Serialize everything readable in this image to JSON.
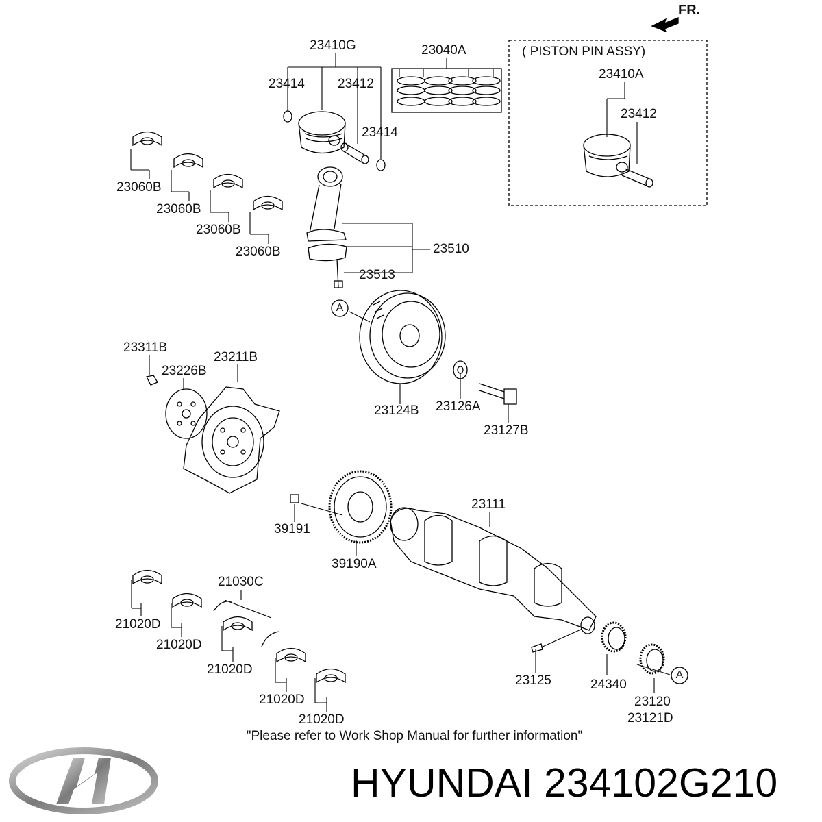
{
  "page": {
    "direction_label": "FR.",
    "assembly_box_title": "( PISTON  PIN ASSY)",
    "note": "\"Please refer to Work Shop Manual for further information\"",
    "brand": "HYUNDAI",
    "part_number": "234102G210",
    "logo_icon": "hyundai-logo-icon"
  },
  "callouts": {
    "c23410G": "23410G",
    "c23040A": "23040A",
    "c23414a": "23414",
    "c23412a": "23412",
    "c23414b": "23414",
    "c23410A": "23410A",
    "c23412b": "23412",
    "c23060B_1": "23060B",
    "c23060B_2": "23060B",
    "c23060B_3": "23060B",
    "c23060B_4": "23060B",
    "c23510": "23510",
    "c23513": "23513",
    "c23311B": "23311B",
    "c23211B": "23211B",
    "c23226B": "23226B",
    "c23124B": "23124B",
    "c23126A": "23126A",
    "c23127B": "23127B",
    "c23111": "23111",
    "c39191": "39191",
    "c39190A": "39190A",
    "c21030C": "21030C",
    "c21020D_1": "21020D",
    "c21020D_2": "21020D",
    "c21020D_3": "21020D",
    "c21020D_4": "21020D",
    "c21020D_5": "21020D",
    "c23125": "23125",
    "c24340": "24340",
    "c23120": "23120",
    "c23121D": "23121D",
    "ref_a1": "A",
    "ref_a2": "A"
  }
}
